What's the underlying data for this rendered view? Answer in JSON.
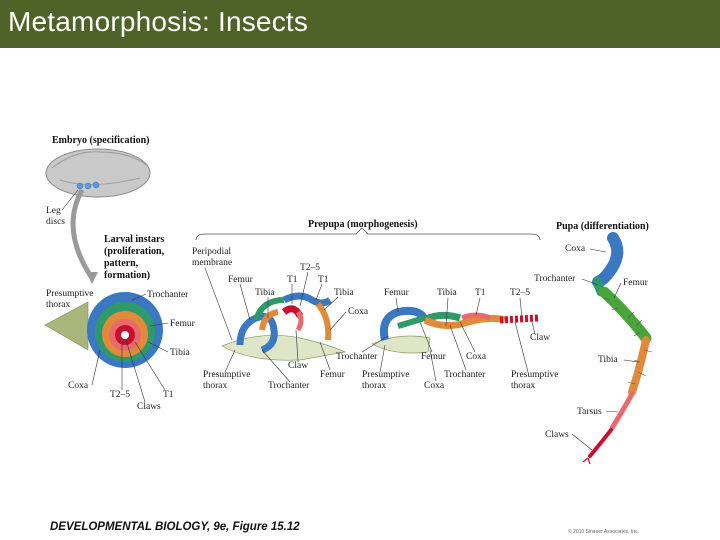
{
  "slide": {
    "title": "Metamorphosis: Insects",
    "caption": "DEVELOPMENTAL BIOLOGY, 9e, Figure 15.12",
    "copyright": "© 2010 Sinauer Associates, Inc."
  },
  "colors": {
    "title_bar": "#4f6228",
    "coxa": "#3a78c2",
    "trochanter": "#2e9a6a",
    "femur": "#4aa43c",
    "tibia": "#e08a3a",
    "tarsus": "#e86a6a",
    "claws": "#c8102e"
  },
  "diagram": {
    "embryo": {
      "heading": "Embryo (specification)",
      "leg_discs": [
        "Leg",
        "discs"
      ]
    },
    "larval": {
      "heading": [
        "Larval instars",
        "(proliferation,",
        "pattern,",
        "formation)"
      ],
      "labels": {
        "presumptive_thorax": [
          "Presumptive",
          "thorax"
        ],
        "trochanter": "Trochanter",
        "femur": "Femur",
        "tibia": "Tibia",
        "coxa": "Coxa",
        "t25": "T2–5",
        "t1": "T1",
        "claws": "Claws"
      }
    },
    "prepupa": {
      "heading": "Prepupa (morphogenesis)",
      "peripodial_membrane": [
        "Peripodial",
        "membrane"
      ],
      "stage_a": {
        "femur": "Femur",
        "tibia": "Tibia",
        "t25": "T2–5",
        "t1": "T1",
        "tibia2": "Tibia",
        "coxa": "Coxa",
        "claw": "Claw",
        "presumptive_thorax": [
          "Presumptive",
          "thorax"
        ],
        "trochanter": "Trochanter",
        "femur2": "Femur"
      },
      "stage_b": {
        "femur": "Femur",
        "tibia": "Tibia",
        "t1": "T1",
        "t25": "T2–5",
        "trochanter": "Trochanter",
        "femur2": "Femur",
        "coxa": "Coxa",
        "presumptive_thorax": [
          "Presumptive",
          "thorax"
        ],
        "coxa2": "Coxa",
        "trochanter2": "Trochanter",
        "presumptive_thorax2": [
          "Presumptive",
          "thorax"
        ],
        "claw": "Claw"
      }
    },
    "pupa": {
      "heading": "Pupa (differentiation)",
      "labels": {
        "coxa": "Coxa",
        "trochanter": "Trochanter",
        "femur": "Femur",
        "tibia": "Tibia",
        "tarsus": "Tarsus",
        "claws": "Claws"
      }
    }
  }
}
